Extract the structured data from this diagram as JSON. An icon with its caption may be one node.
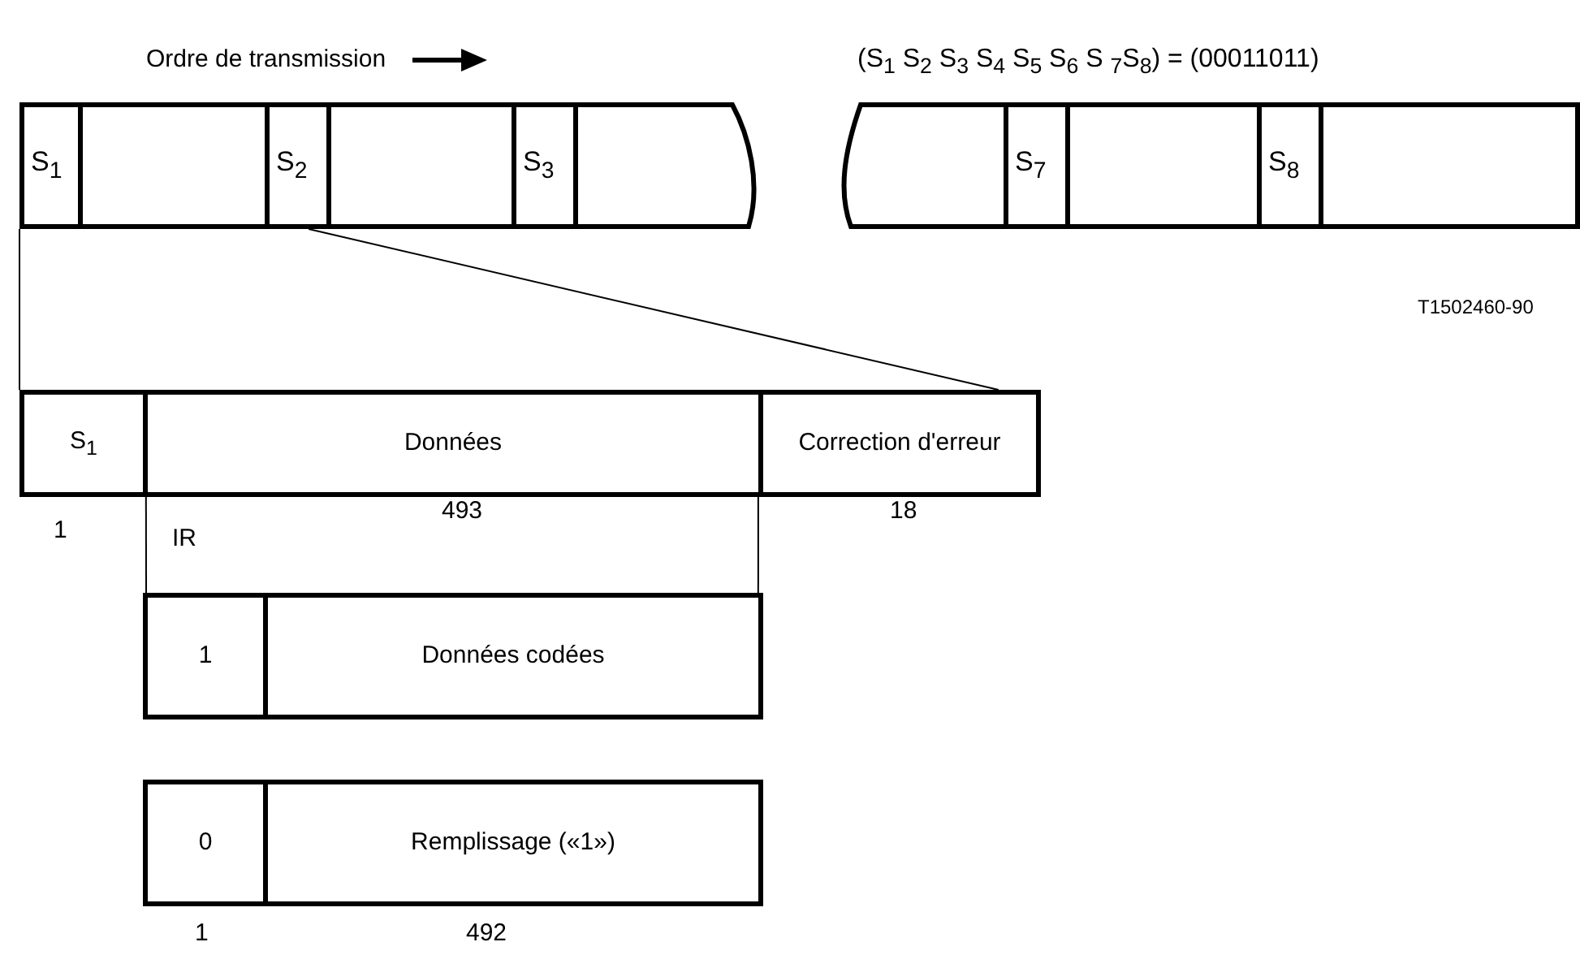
{
  "diagram": {
    "nodes": [
      {
        "text": [
          "S$_{1}$"
        ]
      },
      {
        "text": [],
        "shape": "box"
      },
      {
        "text": [
          "S$_{2}$"
        ]
      },
      {
        "text": [],
        "shape": "box"
      },
      {
        "text": [
          "S$_{3}$"
        ]
      },
      {
        "text": [],
        "shape": "box"
      },
      {
        "text": [],
        "shape": "box"
      },
      {
        "text": [
          "S$_{7}$"
        ]
      },
      {
        "text": [],
        "shape": "box"
      },
      {
        "text": [
          "S$_{8}$"
        ]
      },
      {
        "text": [],
        "shape": "box"
      },
      {
        "text": [
          "S$_{1}$"
        ],
        "beside": [
          "1"
        ]
      },
      {
        "text": [
          "Données"
        ],
        "beside": [
          "493"
        ]
      },
      {
        "text": [
          "Correction d'erreur"
        ],
        "beside": [
          "18"
        ]
      },
      {
        "text": [
          "1"
        ]
      },
      {
        "text": [
          "Données codées"
        ]
      },
      {
        "text": [
          "0"
        ],
        "beside": [
          "1"
        ]
      },
      {
        "text": [
          "Remplissage («1»)"
        ],
        "beside": [
          "492"
        ]
      }
    ],
    "edges": [
      {
        "from": 0,
        "to": 11,
        "arrow": "none"
      },
      {
        "from": 2,
        "to": 13,
        "arrow": "none"
      },
      {
        "from": 12,
        "to": 14,
        "arrow": "none"
      },
      {
        "from": 12,
        "to": 15,
        "arrow": "none"
      }
    ],
    "labels": [
      "Ordre de transmission",
      "(S$_{1}$ S$_{2}$ S$_{3}$ S$_{4}$ S$_{5}$ S$_{6}$ S $_{7}$S$_{8}$) = (00011011)",
      "T1502460-90",
      "IR"
    ]
  }
}
